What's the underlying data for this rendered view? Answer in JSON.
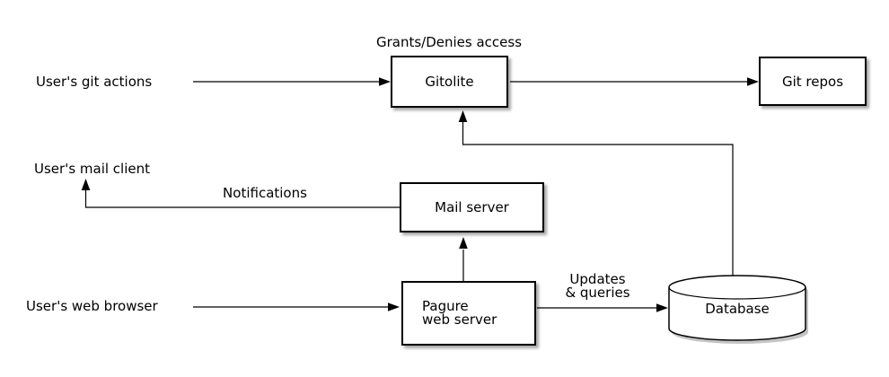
{
  "diagram": {
    "nodes": {
      "gitolite": "Gitolite",
      "git_repos": "Git repos",
      "mail_server": "Mail server",
      "pagure_web_server": "Pagure\nweb server",
      "database": "Database"
    },
    "labels": {
      "grants_denies": "Grants/Denies access",
      "user_git_actions": "User's git actions",
      "user_mail_client": "User's mail client",
      "user_web_browser": "User's web browser",
      "notifications": "Notifications",
      "updates_queries": "Updates\n& queries"
    },
    "colors": {
      "background": "#ffffff",
      "node_fill": "#ffffff",
      "node_border": "#000000",
      "connector": "#000000",
      "text": "#000000",
      "shadow": "#c4c4c4"
    }
  }
}
